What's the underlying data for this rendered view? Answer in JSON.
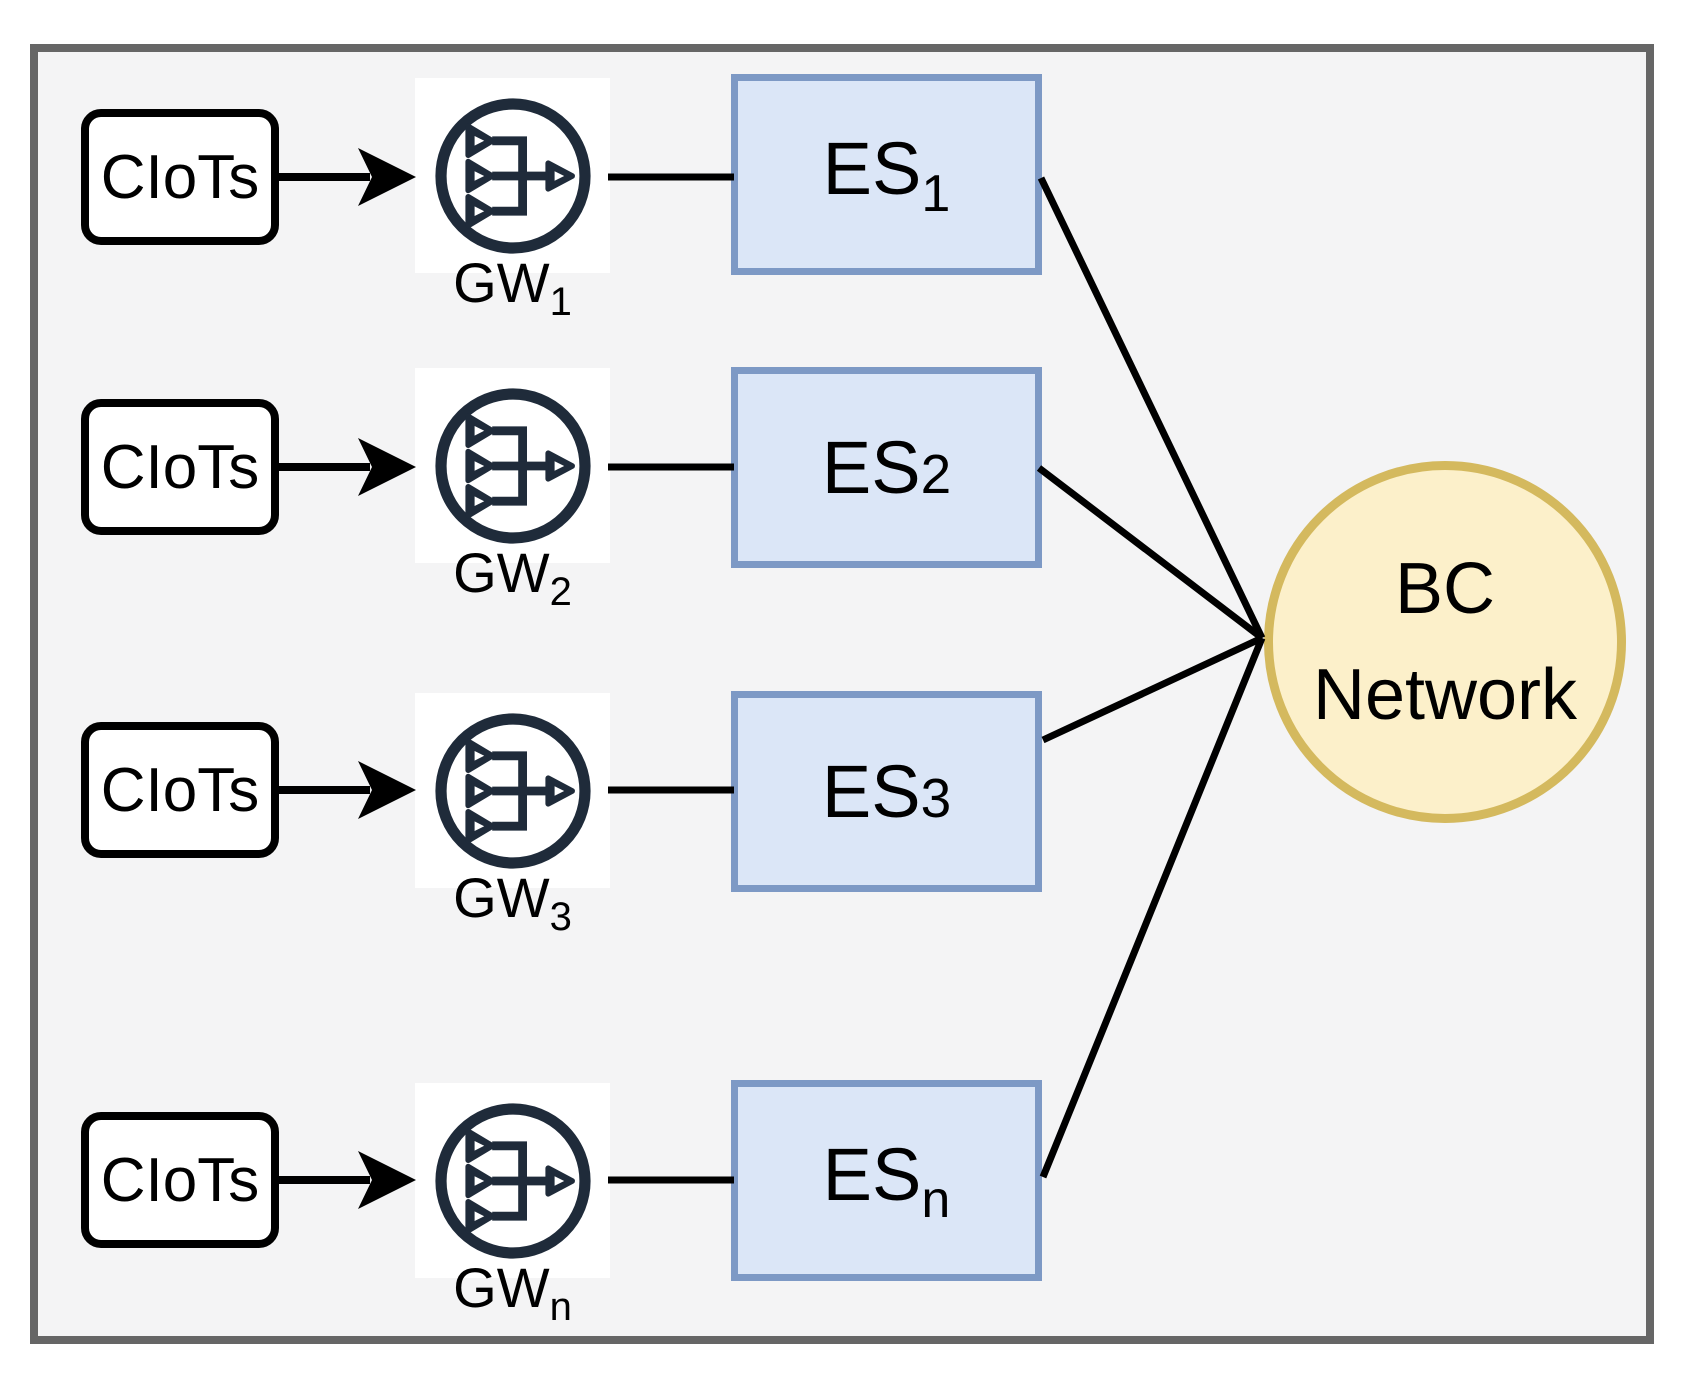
{
  "diagram": {
    "rows": [
      {
        "ciot": "CIoTs",
        "gw_main": "GW",
        "gw_sub": "1",
        "es_main": "ES",
        "es_sub": "1",
        "es_variant": "sub"
      },
      {
        "ciot": "CIoTs",
        "gw_main": "GW",
        "gw_sub": "2",
        "es_main": "ES",
        "es_sub": "2",
        "es_variant": "inline"
      },
      {
        "ciot": "CIoTs",
        "gw_main": "GW",
        "gw_sub": "3",
        "es_main": "ES",
        "es_sub": "3",
        "es_variant": "inline"
      },
      {
        "ciot": "CIoTs",
        "gw_main": "GW",
        "gw_sub": "n",
        "es_main": "ES",
        "es_sub": "n",
        "es_variant": "sub"
      }
    ],
    "bc": {
      "line1": "BC",
      "line2": "Network"
    },
    "colors": {
      "frame_border": "#666666",
      "frame_background": "#f4f4f5",
      "es_fill": "#dbe6f7",
      "es_border": "#7d99c5",
      "bc_fill": "#fcf0ca",
      "bc_border": "#d4b95e",
      "gateway_icon": "#1f2b3a",
      "connector": "#000000"
    }
  }
}
